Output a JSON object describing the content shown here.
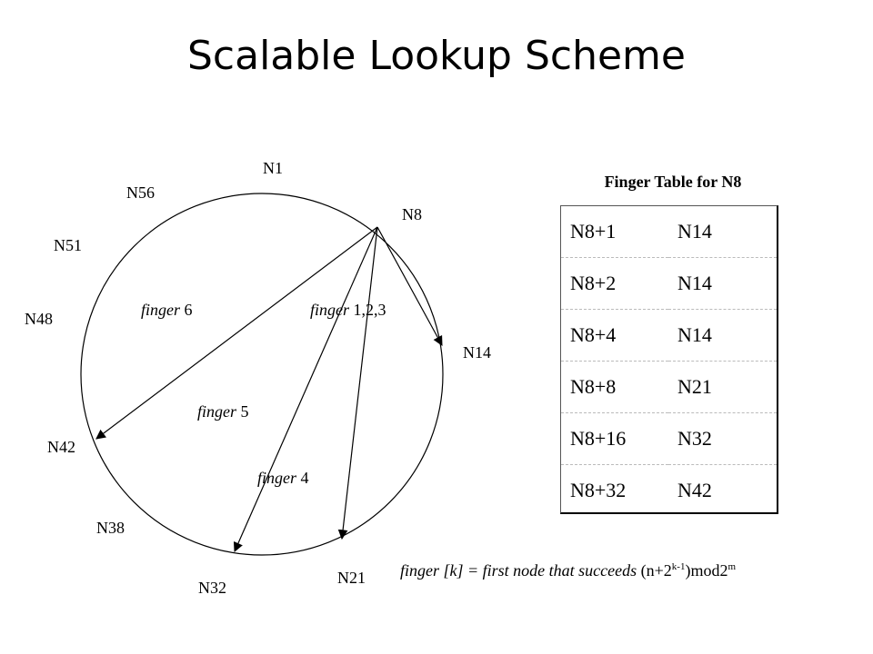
{
  "title": "Scalable Lookup Scheme",
  "nodes": {
    "n1": "N1",
    "n8": "N8",
    "n14": "N14",
    "n21": "N21",
    "n32": "N32",
    "n38": "N38",
    "n42": "N42",
    "n48": "N48",
    "n51": "N51",
    "n56": "N56"
  },
  "finger_labels": {
    "f123_word": "finger",
    "f123_num": " 1,2,3",
    "f4_word": "finger",
    "f4_num": " 4",
    "f5_word": "finger",
    "f5_num": " 5",
    "f6_word": "finger",
    "f6_num": " 6"
  },
  "finger_table": {
    "title": "Finger Table for N8",
    "rows": [
      {
        "start": "N8+1",
        "succ": "N14"
      },
      {
        "start": "N8+2",
        "succ": "N14"
      },
      {
        "start": "N8+4",
        "succ": "N14"
      },
      {
        "start": "N8+8",
        "succ": "N21"
      },
      {
        "start": "N8+16",
        "succ": "N32"
      },
      {
        "start": "N8+32",
        "succ": "N42"
      }
    ]
  },
  "formula": {
    "italic": "finger [k] = first node that succeeds ",
    "p1": "(n+2",
    "sup1": "k-1",
    "p2": ")mod2",
    "sup2": "m"
  }
}
